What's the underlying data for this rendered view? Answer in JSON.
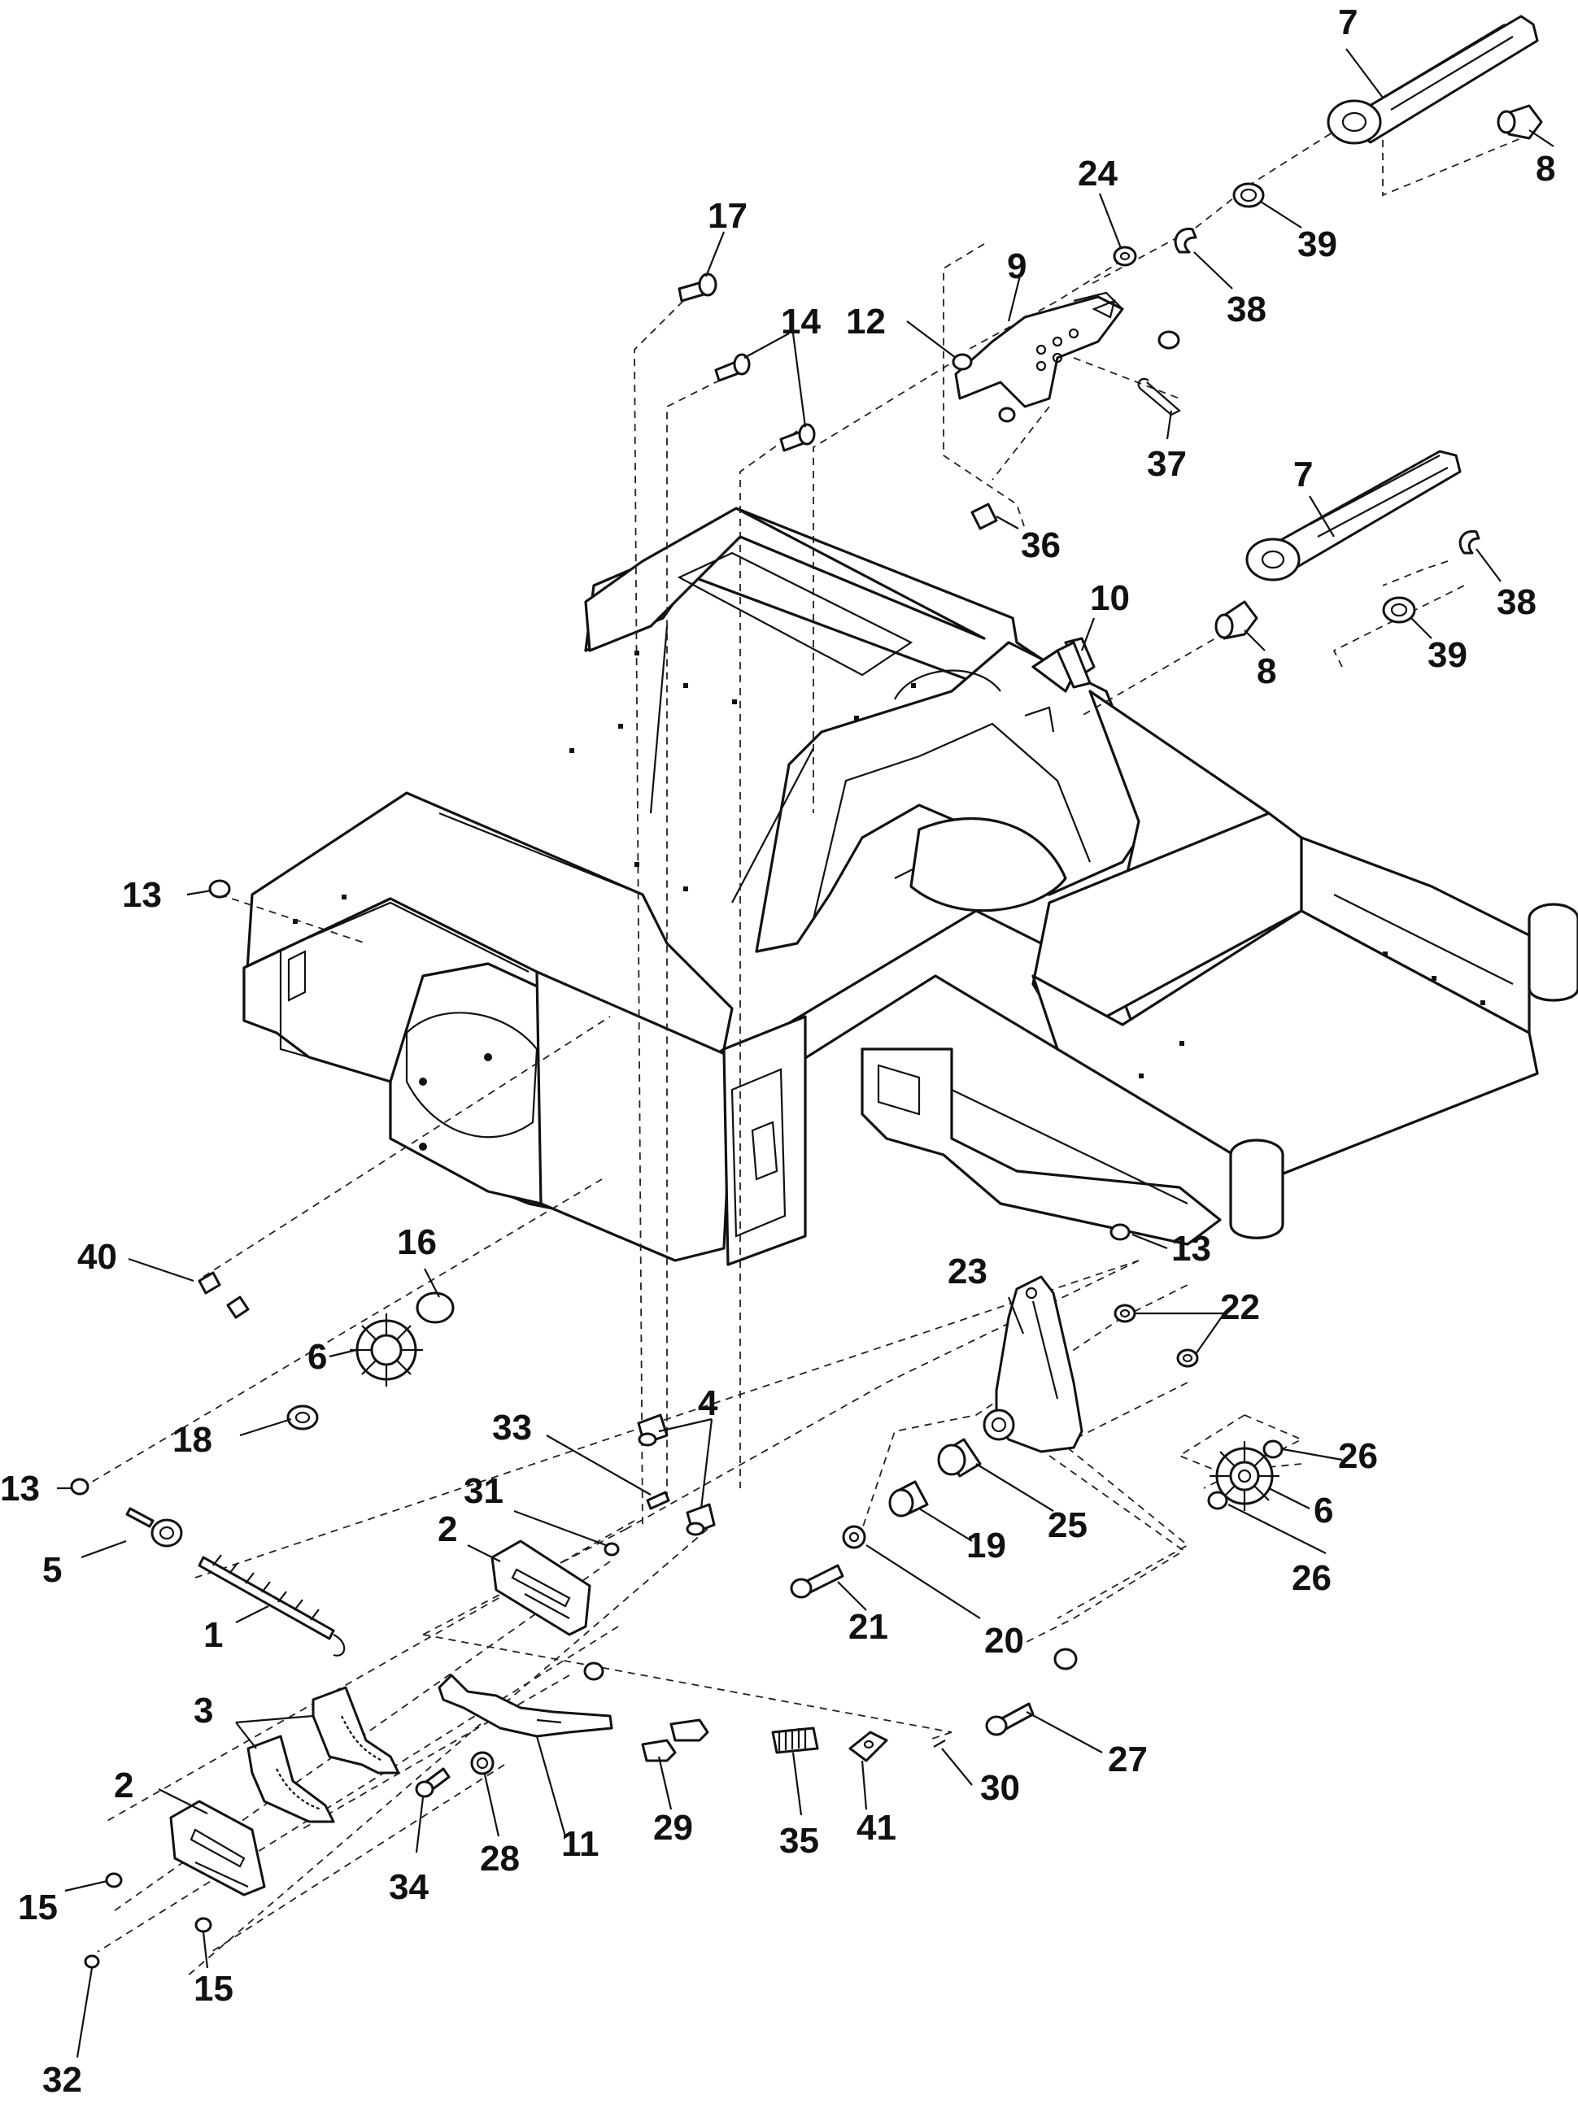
{
  "diagram": {
    "callouts": [
      {
        "id": "c7a",
        "label": "7"
      },
      {
        "id": "c8a",
        "label": "8"
      },
      {
        "id": "c24",
        "label": "24"
      },
      {
        "id": "c39a",
        "label": "39"
      },
      {
        "id": "c9",
        "label": "9"
      },
      {
        "id": "c38a",
        "label": "38"
      },
      {
        "id": "c17",
        "label": "17"
      },
      {
        "id": "c14",
        "label": "14"
      },
      {
        "id": "c12",
        "label": "12"
      },
      {
        "id": "c37",
        "label": "37"
      },
      {
        "id": "c7b",
        "label": "7"
      },
      {
        "id": "c36",
        "label": "36"
      },
      {
        "id": "c10",
        "label": "10"
      },
      {
        "id": "c38b",
        "label": "38"
      },
      {
        "id": "c39b",
        "label": "39"
      },
      {
        "id": "c8b",
        "label": "8"
      },
      {
        "id": "c13a",
        "label": "13"
      },
      {
        "id": "c13b",
        "label": "13"
      },
      {
        "id": "c40",
        "label": "40"
      },
      {
        "id": "c16",
        "label": "16"
      },
      {
        "id": "c23",
        "label": "23"
      },
      {
        "id": "c22",
        "label": "22"
      },
      {
        "id": "c6a",
        "label": "6"
      },
      {
        "id": "c18",
        "label": "18"
      },
      {
        "id": "c33",
        "label": "33"
      },
      {
        "id": "c4",
        "label": "4"
      },
      {
        "id": "c26a",
        "label": "26"
      },
      {
        "id": "c13c",
        "label": "13"
      },
      {
        "id": "c31",
        "label": "31"
      },
      {
        "id": "c2a",
        "label": "2"
      },
      {
        "id": "c6b",
        "label": "6"
      },
      {
        "id": "c25",
        "label": "25"
      },
      {
        "id": "c5",
        "label": "5"
      },
      {
        "id": "c19",
        "label": "19"
      },
      {
        "id": "c26b",
        "label": "26"
      },
      {
        "id": "c1",
        "label": "1"
      },
      {
        "id": "c21",
        "label": "21"
      },
      {
        "id": "c20",
        "label": "20"
      },
      {
        "id": "c3",
        "label": "3"
      },
      {
        "id": "c27",
        "label": "27"
      },
      {
        "id": "c2b",
        "label": "2"
      },
      {
        "id": "c30",
        "label": "30"
      },
      {
        "id": "c29",
        "label": "29"
      },
      {
        "id": "c41",
        "label": "41"
      },
      {
        "id": "c35",
        "label": "35"
      },
      {
        "id": "c11",
        "label": "11"
      },
      {
        "id": "c28",
        "label": "28"
      },
      {
        "id": "c15a",
        "label": "15"
      },
      {
        "id": "c34",
        "label": "34"
      },
      {
        "id": "c15b",
        "label": "15"
      },
      {
        "id": "c32",
        "label": "32"
      }
    ]
  }
}
